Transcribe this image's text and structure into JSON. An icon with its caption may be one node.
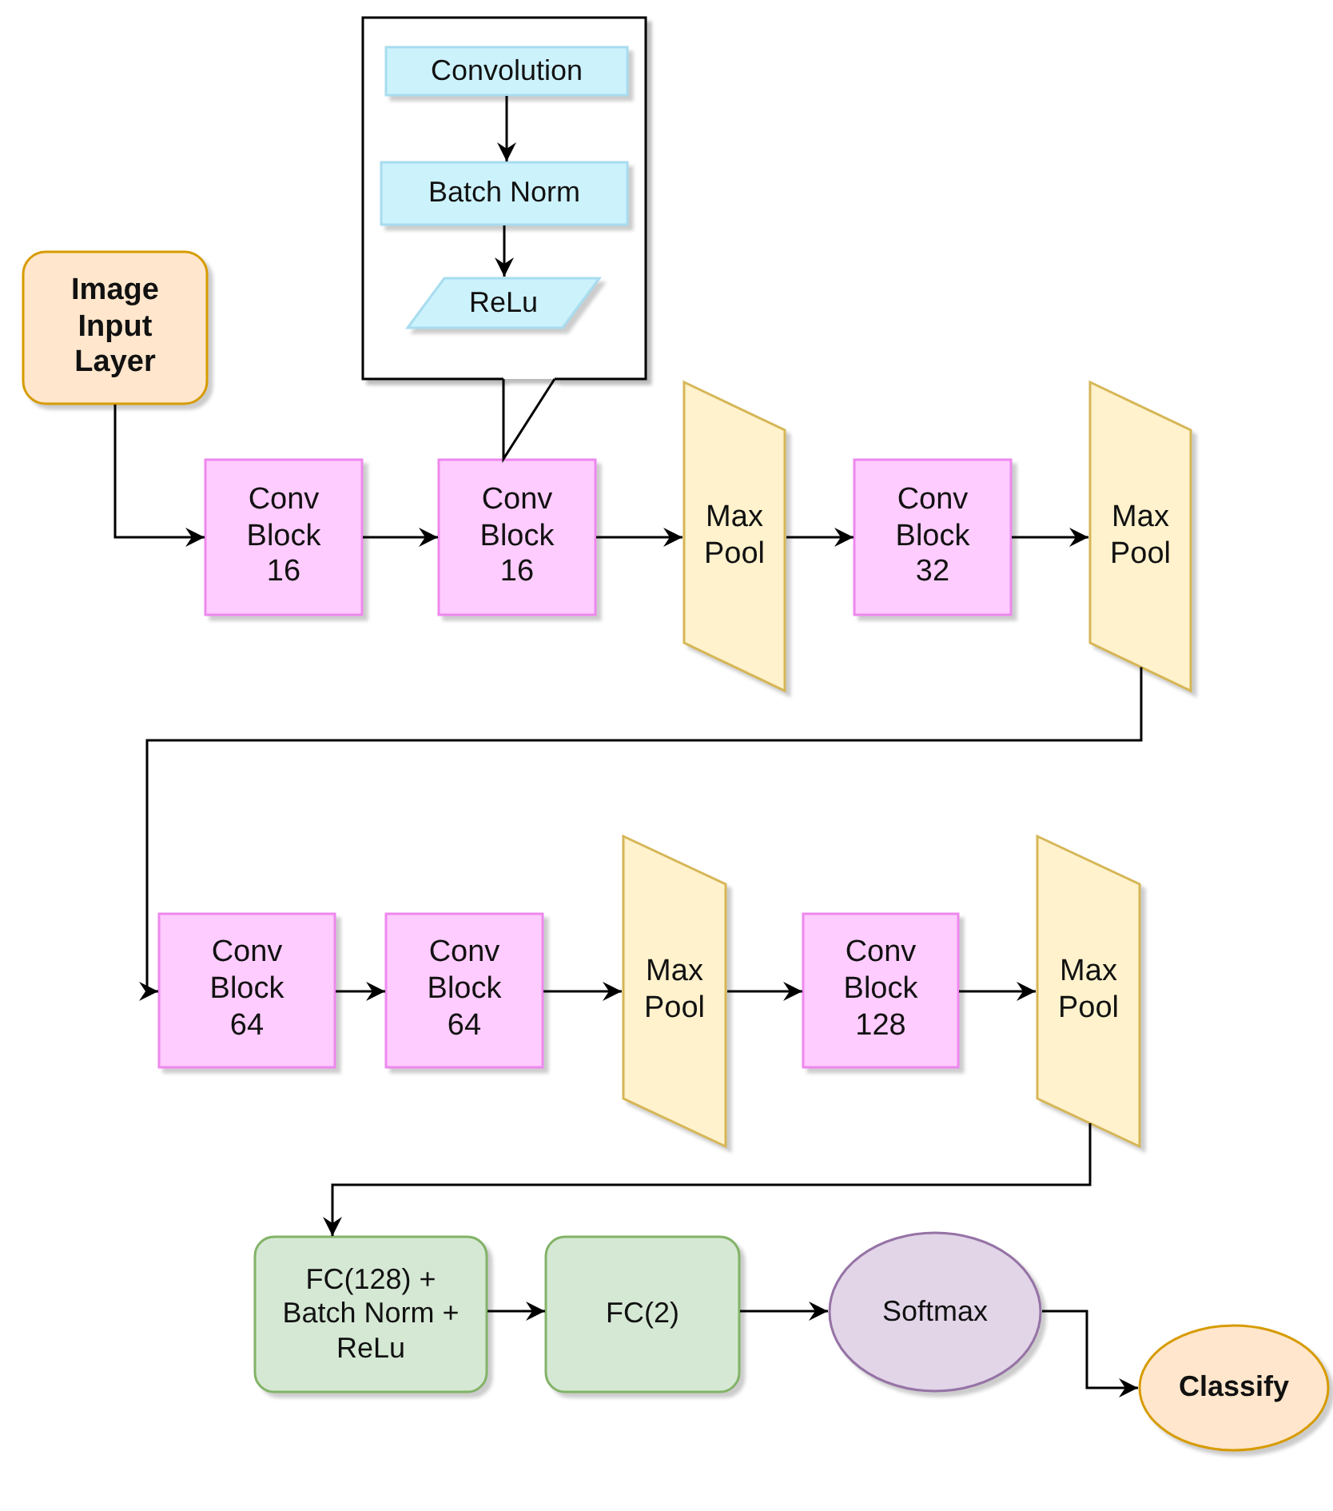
{
  "diagram": {
    "nodes": [
      {
        "text": [
          "Image Input Layer"
        ]
      },
      {
        "text": [],
        "shape": "callout"
      },
      {
        "text": [
          "Convolution"
        ],
        "in": 1
      },
      {
        "text": [
          "Batch Norm"
        ],
        "in": 1
      },
      {
        "text": [
          "ReLu"
        ],
        "in": 1
      },
      {
        "text": [
          "Conv Block 16"
        ]
      },
      {
        "text": [
          "Conv Block 16"
        ]
      },
      {
        "text": [
          "Max Pool"
        ]
      },
      {
        "text": [
          "Conv Block 32"
        ]
      },
      {
        "text": [
          "Max Pool"
        ]
      },
      {
        "text": [
          "Conv Block 64"
        ]
      },
      {
        "text": [
          "Conv Block 64"
        ]
      },
      {
        "text": [
          "Max Pool"
        ]
      },
      {
        "text": [
          "Conv Block 128"
        ]
      },
      {
        "text": [
          "Max Pool"
        ]
      },
      {
        "text": [
          "FC(128) + Batch Norm + ReLu"
        ]
      },
      {
        "text": [
          "FC(2)"
        ]
      },
      {
        "text": [
          "Softmax"
        ]
      },
      {
        "text": [
          "Classify"
        ]
      }
    ],
    "edges": [
      {
        "from": 2,
        "to": 3,
        "arrow": "to"
      },
      {
        "from": 3,
        "to": 4,
        "arrow": "to"
      },
      {
        "from": 1,
        "to": 6,
        "arrow": "none"
      },
      {
        "from": 0,
        "to": 5,
        "arrow": "to"
      },
      {
        "from": 5,
        "to": 6,
        "arrow": "to"
      },
      {
        "from": 6,
        "to": 7,
        "arrow": "to"
      },
      {
        "from": 7,
        "to": 8,
        "arrow": "to"
      },
      {
        "from": 8,
        "to": 9,
        "arrow": "to"
      },
      {
        "from": 9,
        "to": 10,
        "arrow": "to"
      },
      {
        "from": 10,
        "to": 11,
        "arrow": "to"
      },
      {
        "from": 11,
        "to": 12,
        "arrow": "to"
      },
      {
        "from": 12,
        "to": 13,
        "arrow": "to"
      },
      {
        "from": 13,
        "to": 14,
        "arrow": "to"
      },
      {
        "from": 14,
        "to": 15,
        "arrow": "to"
      },
      {
        "from": 15,
        "to": 16,
        "arrow": "to"
      },
      {
        "from": 16,
        "to": 17,
        "arrow": "to"
      },
      {
        "from": 17,
        "to": 18,
        "arrow": "to"
      }
    ]
  }
}
